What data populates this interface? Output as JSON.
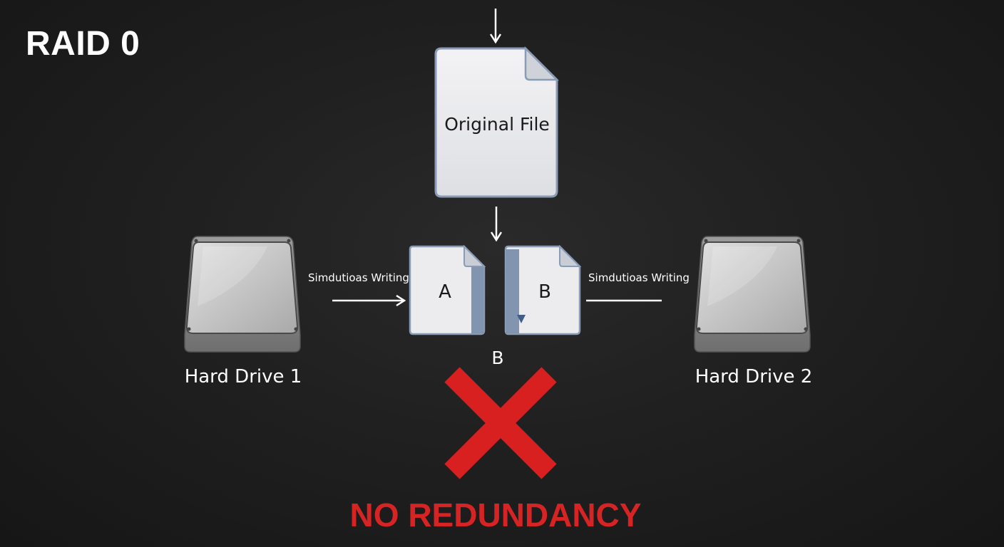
{
  "diagram": {
    "title": "RAID 0",
    "original_file": {
      "label": "Original File"
    },
    "chunks": [
      {
        "label": "A"
      },
      {
        "label": "B"
      }
    ],
    "floating_label": "B",
    "drives": [
      {
        "label": "Hard Drive 1",
        "write_label": "Simdutioas Writing"
      },
      {
        "label": "Hard Drive 2",
        "write_label": "Simdutioas Writing"
      }
    ],
    "warning": "NO REDUNDANCY"
  },
  "colors": {
    "background": "#1c1c1c",
    "text": "#ffffff",
    "file_fill": "#ececee",
    "file_border": "#8a9bb5",
    "file_spine": "#6f86a6",
    "warning": "#d62424",
    "cross": "#d92020",
    "drive_body": "#bdbdbd"
  },
  "icons": [
    "down-arrow-icon",
    "document-icon",
    "hard-drive-icon",
    "right-arrow-icon",
    "cross-icon"
  ]
}
